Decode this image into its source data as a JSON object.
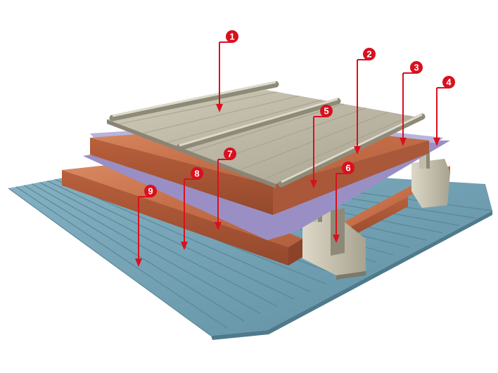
{
  "diagram": {
    "type": "roof-layer-cutaway",
    "colors": {
      "background": "#ffffff",
      "base_deck": "#6f9fb2",
      "base_deck_rib": "#5a8799",
      "timber": "#c56e48",
      "timber_dark": "#9a4d2f",
      "membrane": "#9a8fc4",
      "membrane_top": "#b8b4dc",
      "top_sheet": "#bdb8a5",
      "top_sheet_seam": "#d8d3c2",
      "clip": "#c9c3b1",
      "callout": "#d9101e"
    },
    "callouts": [
      {
        "number": "1"
      },
      {
        "number": "2"
      },
      {
        "number": "3"
      },
      {
        "number": "4"
      },
      {
        "number": "5"
      },
      {
        "number": "6"
      },
      {
        "number": "7"
      },
      {
        "number": "8"
      },
      {
        "number": "9"
      }
    ]
  }
}
